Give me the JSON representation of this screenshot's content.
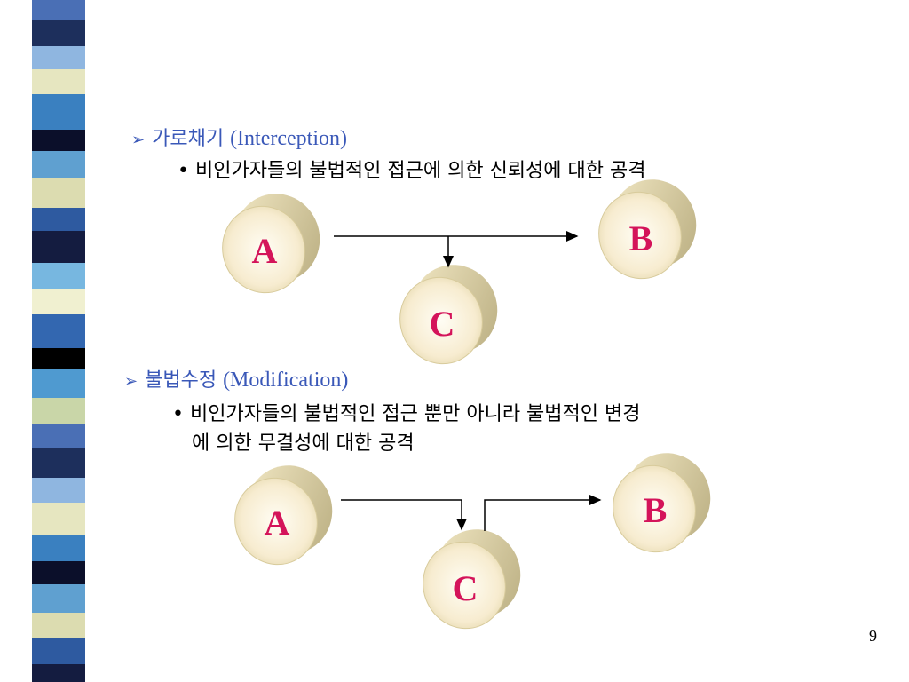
{
  "sections": [
    {
      "heading_ko": "가로채기",
      "heading_en": "(Interception)",
      "bullet": "비인가자들의 불법적인 접근에 의한 신뢰성에 대한 공격",
      "nodes": [
        "A",
        "B",
        "C"
      ]
    },
    {
      "heading_ko": "불법수정",
      "heading_en": "(Modification)",
      "bullet_line1": "비인가자들의 불법적인 접근 뿐만 아니라 불법적인 변경",
      "bullet_line2": "에 의한 무결성에 대한 공격",
      "nodes": [
        "A",
        "B",
        "C"
      ]
    }
  ],
  "page_number": "9",
  "colors": {
    "heading": "#3a58b8",
    "node_label": "#d4145a",
    "cylinder_light": "#fff8e8",
    "cylinder_dark": "#cfc39a"
  }
}
